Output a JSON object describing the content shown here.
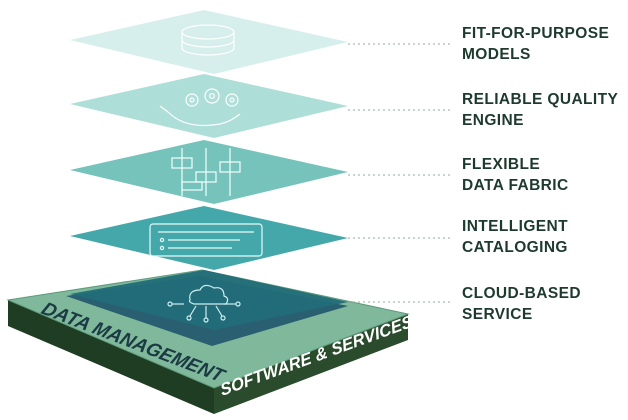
{
  "layers": [
    {
      "id": "models",
      "lines": [
        "FIT-FOR-PURPOSE",
        "MODELS"
      ],
      "icon": "database-icon",
      "color": "#d4eeec"
    },
    {
      "id": "quality",
      "lines": [
        "RELIABLE QUALITY",
        "ENGINE"
      ],
      "icon": "gears-hand-icon",
      "color": "#a9dcd6"
    },
    {
      "id": "fabric",
      "lines": [
        "FLEXIBLE",
        "DATA FABRIC"
      ],
      "icon": "fabric-sliders-icon",
      "color": "#6fc0b8"
    },
    {
      "id": "cataloging",
      "lines": [
        "INTELLIGENT",
        "CATALOGING"
      ],
      "icon": "catalog-list-icon",
      "color": "#3aa3a6"
    },
    {
      "id": "cloud",
      "lines": [
        "CLOUD-BASED",
        "SERVICE"
      ],
      "icon": "cloud-circuit-icon",
      "color": "#226c78"
    }
  ],
  "base": {
    "top_text": "DATA MANAGEMENT",
    "front_text": "SOFTWARE & SERVICES",
    "top_color": "#7fb89a",
    "side_color": "#1f3d22"
  }
}
